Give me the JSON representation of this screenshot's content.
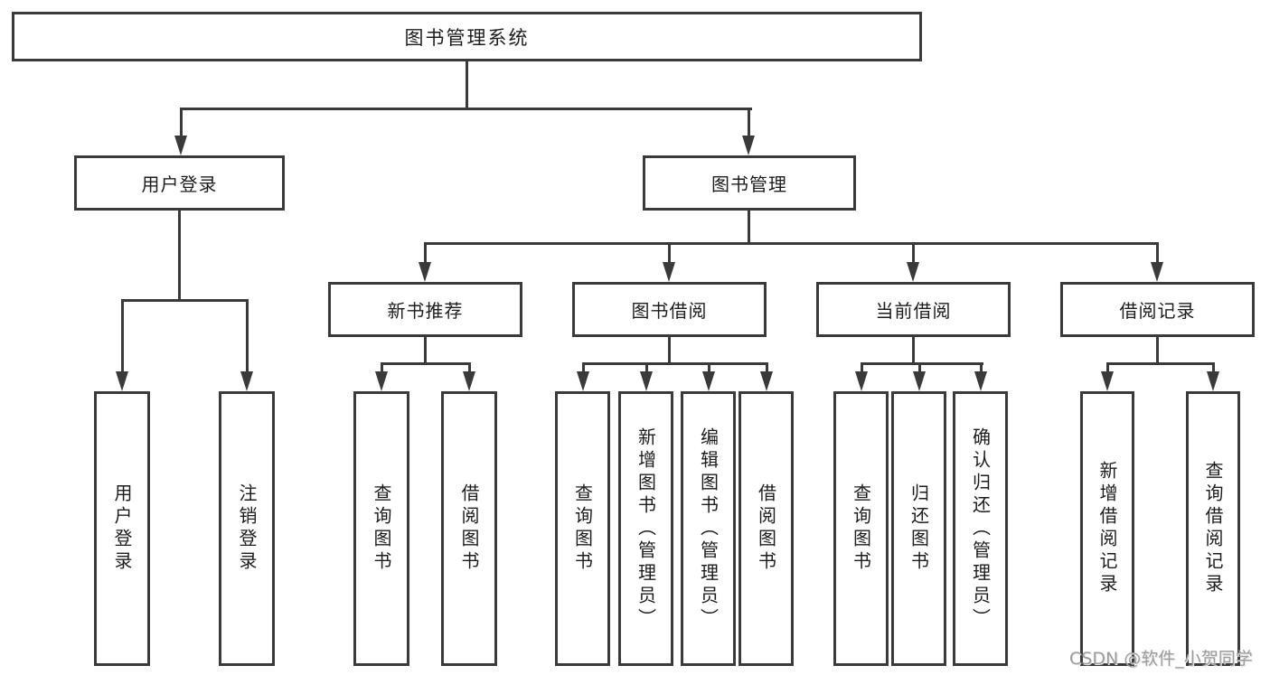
{
  "diagram": {
    "root": {
      "label": "图书管理系统"
    },
    "branches": [
      {
        "label": "用户登录",
        "children": [
          {
            "label": "用户登录"
          },
          {
            "label": "注销登录"
          }
        ]
      },
      {
        "label": "图书管理",
        "groups": [
          {
            "label": "新书推荐",
            "children": [
              {
                "label": "查询图书"
              },
              {
                "label": "借阅图书"
              }
            ]
          },
          {
            "label": "图书借阅",
            "children": [
              {
                "label": "查询图书"
              },
              {
                "label": "新增图书（管理员）"
              },
              {
                "label": "编辑图书（管理员）"
              },
              {
                "label": "借阅图书"
              }
            ]
          },
          {
            "label": "当前借阅",
            "children": [
              {
                "label": "查询图书"
              },
              {
                "label": "归还图书"
              },
              {
                "label": "确认归还（管理员）"
              }
            ]
          },
          {
            "label": "借阅记录",
            "children": [
              {
                "label": "新增借阅记录"
              },
              {
                "label": "查询借阅记录"
              }
            ]
          }
        ]
      }
    ]
  },
  "watermark": {
    "text": "CSDN @软件_小贺同学"
  },
  "colors": {
    "line": "#3a3a3a",
    "text": "#1c1c1c",
    "watermark": "#9c9c9c",
    "background": "#ffffff"
  }
}
